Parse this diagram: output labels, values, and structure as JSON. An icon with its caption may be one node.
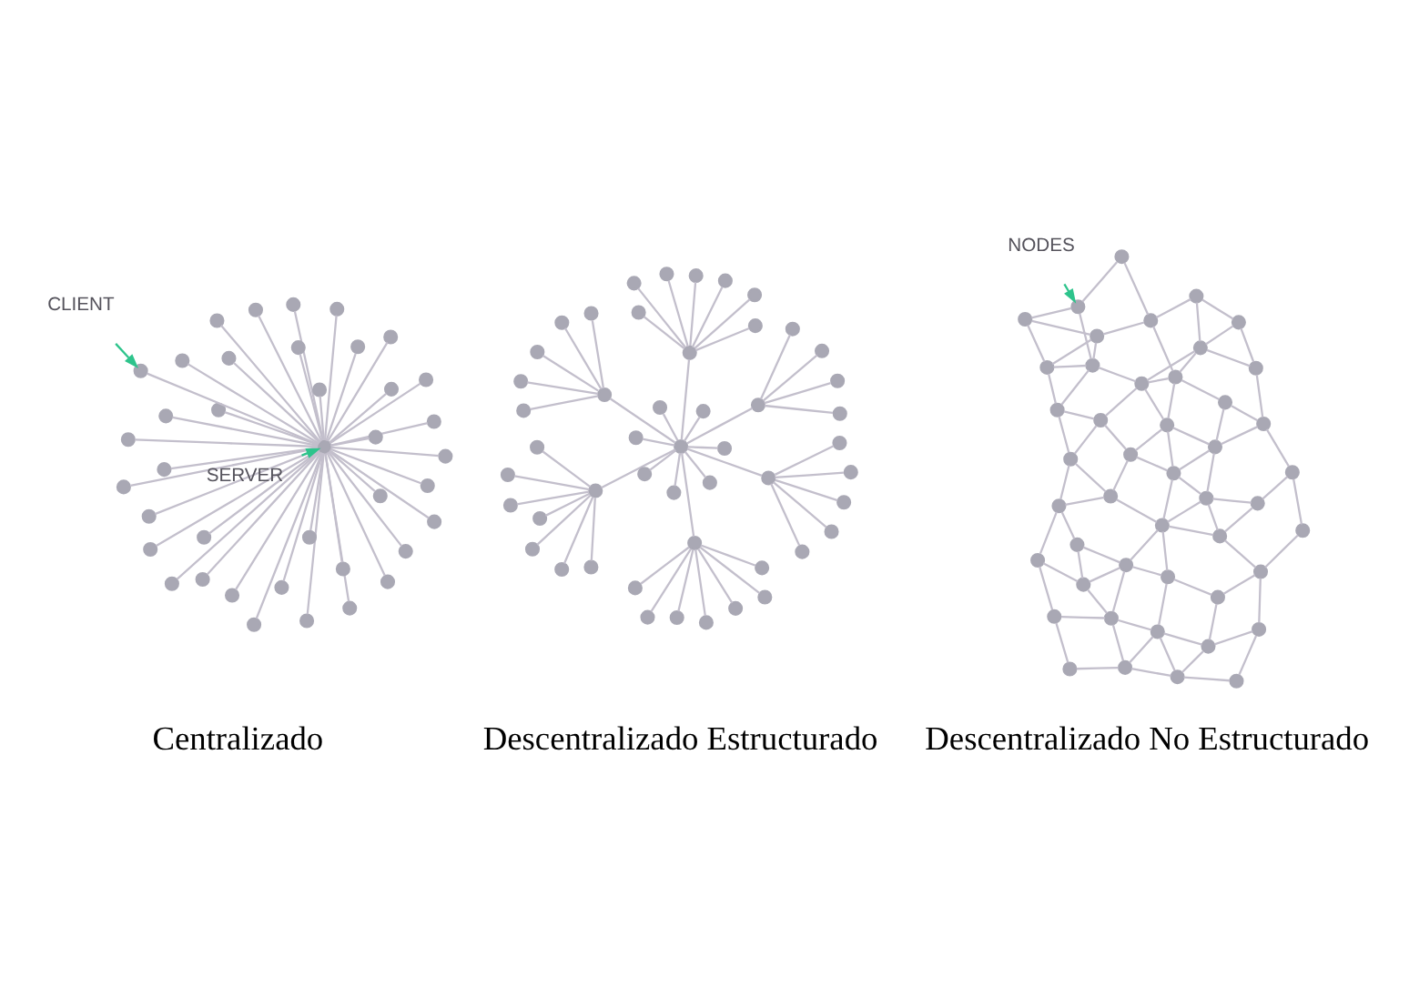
{
  "diagram": {
    "nodes": [
      {
        "text": [],
        "shape": "circle"
      },
      {
        "text": [],
        "shape": "circle"
      },
      {
        "text": [],
        "shape": "circle"
      },
      {
        "text": [],
        "shape": "circle"
      },
      {
        "text": [],
        "shape": "circle"
      },
      {
        "text": [],
        "shape": "circle"
      },
      {
        "text": [],
        "shape": "circle"
      },
      {
        "text": [],
        "shape": "circle"
      },
      {
        "text": [],
        "shape": "circle"
      },
      {
        "text": [],
        "shape": "circle"
      },
      {
        "text": [],
        "shape": "circle"
      },
      {
        "text": [],
        "shape": "circle"
      },
      {
        "text": [],
        "shape": "circle"
      },
      {
        "text": [],
        "shape": "circle"
      },
      {
        "text": [],
        "shape": "circle"
      },
      {
        "text": [],
        "shape": "circle"
      },
      {
        "text": [],
        "shape": "circle"
      },
      {
        "text": [],
        "shape": "circle"
      },
      {
        "text": [],
        "shape": "circle"
      },
      {
        "text": [],
        "shape": "circle"
      },
      {
        "text": [],
        "shape": "circle"
      },
      {
        "text": [],
        "shape": "circle"
      },
      {
        "text": [],
        "shape": "circle"
      },
      {
        "text": [],
        "shape": "circle"
      },
      {
        "text": [],
        "shape": "circle"
      },
      {
        "text": [],
        "shape": "circle"
      },
      {
        "text": [],
        "shape": "circle"
      },
      {
        "text": [],
        "shape": "circle"
      },
      {
        "text": [],
        "shape": "circle"
      },
      {
        "text": [],
        "shape": "circle"
      },
      {
        "text": [],
        "shape": "circle"
      },
      {
        "text": [],
        "shape": "circle"
      },
      {
        "text": [],
        "shape": "circle"
      },
      {
        "text": [],
        "shape": "circle"
      },
      {
        "text": [],
        "shape": "circle"
      },
      {
        "text": [],
        "shape": "circle"
      },
      {
        "text": [],
        "shape": "circle"
      },
      {
        "text": [],
        "shape": "circle"
      },
      {
        "text": [],
        "shape": "circle"
      },
      {
        "text": [
          "SERVER"
        ]
      },
      {
        "text": [
          "CLIENT"
        ]
      },
      {
        "text": [],
        "shape": "circle"
      },
      {
        "text": [],
        "shape": "circle"
      },
      {
        "text": [],
        "shape": "circle"
      },
      {
        "text": [],
        "shape": "circle"
      },
      {
        "text": [],
        "shape": "circle"
      },
      {
        "text": [],
        "shape": "circle"
      },
      {
        "text": [],
        "shape": "circle"
      },
      {
        "text": [],
        "shape": "circle"
      },
      {
        "text": [],
        "shape": "circle"
      },
      {
        "text": [],
        "shape": "circle"
      },
      {
        "text": [],
        "shape": "circle"
      },
      {
        "text": [],
        "shape": "circle"
      },
      {
        "text": [],
        "shape": "circle"
      },
      {
        "text": [],
        "shape": "circle"
      },
      {
        "text": [],
        "shape": "circle"
      },
      {
        "text": [],
        "shape": "circle"
      },
      {
        "text": [],
        "shape": "circle"
      },
      {
        "text": [],
        "shape": "circle"
      },
      {
        "text": [],
        "shape": "circle"
      },
      {
        "text": [],
        "shape": "circle"
      },
      {
        "text": [],
        "shape": "circle"
      },
      {
        "text": [],
        "shape": "circle"
      },
      {
        "text": [],
        "shape": "circle"
      },
      {
        "text": [],
        "shape": "circle"
      },
      {
        "text": [],
        "shape": "circle"
      },
      {
        "text": [],
        "shape": "circle"
      },
      {
        "text": [],
        "shape": "circle"
      },
      {
        "text": [],
        "shape": "circle"
      },
      {
        "text": [],
        "shape": "circle"
      },
      {
        "text": [],
        "shape": "circle"
      },
      {
        "text": [],
        "shape": "circle"
      },
      {
        "text": [],
        "shape": "circle"
      },
      {
        "text": [],
        "shape": "circle"
      },
      {
        "text": [],
        "shape": "circle"
      },
      {
        "text": [],
        "shape": "circle"
      },
      {
        "text": [],
        "shape": "circle"
      },
      {
        "text": [],
        "shape": "circle"
      },
      {
        "text": [],
        "shape": "circle"
      },
      {
        "text": [],
        "shape": "circle"
      },
      {
        "text": [],
        "shape": "circle"
      },
      {
        "text": [],
        "shape": "circle"
      },
      {
        "text": [],
        "shape": "circle"
      },
      {
        "text": [],
        "shape": "circle"
      },
      {
        "text": [],
        "shape": "circle"
      },
      {
        "text": [],
        "shape": "circle"
      },
      {
        "text": [],
        "shape": "circle"
      },
      {
        "text": [],
        "shape": "circle"
      },
      {
        "text": [],
        "shape": "circle"
      },
      {
        "text": [],
        "shape": "circle"
      },
      {
        "text": [],
        "shape": "circle"
      },
      {
        "text": [],
        "shape": "circle"
      },
      {
        "text": [],
        "shape": "circle"
      },
      {
        "text": [],
        "shape": "circle"
      },
      {
        "text": [],
        "shape": "circle"
      },
      {
        "text": [],
        "shape": "circle"
      },
      {
        "text": [],
        "shape": "circle"
      },
      {
        "text": [],
        "shape": "circle"
      },
      {
        "text": [],
        "shape": "circle"
      },
      {
        "text": [],
        "shape": "circle"
      },
      {
        "text": [],
        "shape": "circle"
      },
      {
        "text": [],
        "shape": "circle"
      },
      {
        "text": [],
        "shape": "circle"
      },
      {
        "text": [],
        "shape": "circle"
      },
      {
        "text": [],
        "shape": "circle"
      },
      {
        "text": [],
        "shape": "circle"
      },
      {
        "text": [],
        "shape": "circle"
      },
      {
        "text": [],
        "shape": "circle"
      },
      {
        "text": [],
        "shape": "circle"
      },
      {
        "text": [],
        "shape": "circle"
      },
      {
        "text": [],
        "shape": "circle"
      },
      {
        "text": [],
        "shape": "circle"
      },
      {
        "text": [],
        "shape": "circle"
      },
      {
        "text": [],
        "shape": "circle"
      },
      {
        "text": [],
        "shape": "circle"
      },
      {
        "text": [],
        "shape": "circle"
      },
      {
        "text": [],
        "shape": "circle"
      },
      {
        "text": [],
        "shape": "circle"
      },
      {
        "text": [],
        "shape": "circle"
      },
      {
        "text": [],
        "shape": "circle"
      },
      {
        "text": [],
        "shape": "circle"
      },
      {
        "text": [],
        "shape": "circle"
      },
      {
        "text": [],
        "shape": "circle"
      },
      {
        "text": [],
        "shape": "circle"
      },
      {
        "text": [],
        "shape": "circle"
      },
      {
        "text": [],
        "shape": "circle"
      },
      {
        "text": [],
        "shape": "circle"
      },
      {
        "text": [],
        "shape": "circle"
      },
      {
        "text": [],
        "shape": "circle"
      },
      {
        "text": [],
        "shape": "circle"
      },
      {
        "text": [],
        "shape": "circle"
      },
      {
        "text": [],
        "shape": "circle"
      },
      {
        "text": [],
        "shape": "circle"
      },
      {
        "text": [],
        "shape": "circle"
      },
      {
        "text": [],
        "shape": "circle"
      },
      {
        "text": [],
        "shape": "circle"
      },
      {
        "text": [
          "NODES"
        ]
      }
    ],
    "edges": [
      {
        "from": 0,
        "to": 1,
        "arrow": "none"
      },
      {
        "from": 0,
        "to": 2,
        "arrow": "none"
      },
      {
        "from": 0,
        "to": 3,
        "arrow": "none"
      },
      {
        "from": 0,
        "to": 4,
        "arrow": "none"
      },
      {
        "from": 0,
        "to": 5,
        "arrow": "none"
      },
      {
        "from": 0,
        "to": 6,
        "arrow": "none"
      },
      {
        "from": 0,
        "to": 7,
        "arrow": "none"
      },
      {
        "from": 0,
        "to": 8,
        "arrow": "none"
      },
      {
        "from": 0,
        "to": 9,
        "arrow": "none"
      },
      {
        "from": 0,
        "to": 10,
        "arrow": "none"
      },
      {
        "from": 0,
        "to": 11,
        "arrow": "none"
      },
      {
        "from": 0,
        "to": 12,
        "arrow": "none"
      },
      {
        "from": 0,
        "to": 13,
        "arrow": "none"
      },
      {
        "from": 0,
        "to": 14,
        "arrow": "none"
      },
      {
        "from": 0,
        "to": 15,
        "arrow": "none"
      },
      {
        "from": 0,
        "to": 16,
        "arrow": "none"
      },
      {
        "from": 0,
        "to": 17,
        "arrow": "none"
      },
      {
        "from": 0,
        "to": 18,
        "arrow": "none"
      },
      {
        "from": 0,
        "to": 19,
        "arrow": "none"
      },
      {
        "from": 0,
        "to": 20,
        "arrow": "none"
      },
      {
        "from": 0,
        "to": 21,
        "arrow": "none"
      },
      {
        "from": 0,
        "to": 22,
        "arrow": "none"
      },
      {
        "from": 0,
        "to": 23,
        "arrow": "none"
      },
      {
        "from": 0,
        "to": 24,
        "arrow": "none"
      },
      {
        "from": 0,
        "to": 25,
        "arrow": "none"
      },
      {
        "from": 0,
        "to": 26,
        "arrow": "none"
      },
      {
        "from": 0,
        "to": 27,
        "arrow": "none"
      },
      {
        "from": 0,
        "to": 28,
        "arrow": "none"
      },
      {
        "from": 0,
        "to": 29,
        "arrow": "none"
      },
      {
        "from": 0,
        "to": 30,
        "arrow": "none"
      },
      {
        "from": 0,
        "to": 31,
        "arrow": "none"
      },
      {
        "from": 0,
        "to": 32,
        "arrow": "none"
      },
      {
        "from": 0,
        "to": 33,
        "arrow": "none"
      },
      {
        "from": 0,
        "to": 34,
        "arrow": "none"
      },
      {
        "from": 0,
        "to": 35,
        "arrow": "none"
      },
      {
        "from": 0,
        "to": 36,
        "arrow": "none"
      },
      {
        "from": 0,
        "to": 37,
        "arrow": "none"
      },
      {
        "from": 0,
        "to": 38,
        "arrow": "none"
      },
      {
        "from": 39,
        "to": 0,
        "arrow": "to",
        "color": "#2ec48c"
      },
      {
        "from": 40,
        "to": 38,
        "arrow": "to",
        "color": "#2ec48c"
      },
      {
        "from": 41,
        "to": 42,
        "arrow": "none"
      },
      {
        "from": 41,
        "to": 43,
        "arrow": "none"
      },
      {
        "from": 41,
        "to": 44,
        "arrow": "none"
      },
      {
        "from": 41,
        "to": 45,
        "arrow": "none"
      },
      {
        "from": 41,
        "to": 46,
        "arrow": "none"
      },
      {
        "from": 41,
        "to": 47,
        "arrow": "none"
      },
      {
        "from": 42,
        "to": 48,
        "arrow": "none"
      },
      {
        "from": 42,
        "to": 49,
        "arrow": "none"
      },
      {
        "from": 42,
        "to": 50,
        "arrow": "none"
      },
      {
        "from": 42,
        "to": 51,
        "arrow": "none"
      },
      {
        "from": 42,
        "to": 52,
        "arrow": "none"
      },
      {
        "from": 42,
        "to": 53,
        "arrow": "none"
      },
      {
        "from": 42,
        "to": 54,
        "arrow": "none"
      },
      {
        "from": 43,
        "to": 55,
        "arrow": "none"
      },
      {
        "from": 43,
        "to": 56,
        "arrow": "none"
      },
      {
        "from": 43,
        "to": 57,
        "arrow": "none"
      },
      {
        "from": 43,
        "to": 58,
        "arrow": "none"
      },
      {
        "from": 43,
        "to": 59,
        "arrow": "none"
      },
      {
        "from": 43,
        "to": 60,
        "arrow": "none"
      },
      {
        "from": 43,
        "to": 61,
        "arrow": "none"
      },
      {
        "from": 41,
        "to": 62,
        "arrow": "none"
      },
      {
        "from": 41,
        "to": 63,
        "arrow": "none"
      },
      {
        "from": 41,
        "to": 64,
        "arrow": "none"
      },
      {
        "from": 41,
        "to": 65,
        "arrow": "none"
      },
      {
        "from": 41,
        "to": 66,
        "arrow": "none"
      },
      {
        "from": 41,
        "to": 67,
        "arrow": "none"
      },
      {
        "from": 41,
        "to": 68,
        "arrow": "none"
      },
      {
        "from": 44,
        "to": 69,
        "arrow": "none"
      },
      {
        "from": 44,
        "to": 70,
        "arrow": "none"
      },
      {
        "from": 44,
        "to": 71,
        "arrow": "none"
      },
      {
        "from": 44,
        "to": 72,
        "arrow": "none"
      },
      {
        "from": 44,
        "to": 73,
        "arrow": "none"
      },
      {
        "from": 44,
        "to": 74,
        "arrow": "none"
      },
      {
        "from": 44,
        "to": 75,
        "arrow": "none"
      },
      {
        "from": 45,
        "to": 76,
        "arrow": "none"
      },
      {
        "from": 45,
        "to": 77,
        "arrow": "none"
      },
      {
        "from": 45,
        "to": 78,
        "arrow": "none"
      },
      {
        "from": 45,
        "to": 79,
        "arrow": "none"
      },
      {
        "from": 46,
        "to": 80,
        "arrow": "none"
      },
      {
        "from": 46,
        "to": 81,
        "arrow": "none"
      },
      {
        "from": 46,
        "to": 82,
        "arrow": "none"
      },
      {
        "from": 46,
        "to": 83,
        "arrow": "none"
      },
      {
        "from": 46,
        "to": 84,
        "arrow": "none"
      },
      {
        "from": 47,
        "to": 85,
        "arrow": "none"
      },
      {
        "from": 47,
        "to": 86,
        "arrow": "none"
      },
      {
        "from": 47,
        "to": 87,
        "arrow": "none"
      },
      {
        "from": 47,
        "to": 88,
        "arrow": "none"
      },
      {
        "from": 47,
        "to": 89,
        "arrow": "none"
      },
      {
        "from": 90,
        "to": 94,
        "arrow": "none"
      },
      {
        "from": 90,
        "to": 92,
        "arrow": "none"
      },
      {
        "from": 92,
        "to": 93,
        "arrow": "none"
      },
      {
        "from": 93,
        "to": 91,
        "arrow": "none"
      },
      {
        "from": 91,
        "to": 95,
        "arrow": "none"
      },
      {
        "from": 94,
        "to": 96,
        "arrow": "none"
      },
      {
        "from": 94,
        "to": 100,
        "arrow": "none"
      },
      {
        "from": 92,
        "to": 96,
        "arrow": "none"
      },
      {
        "from": 92,
        "to": 98,
        "arrow": "none"
      },
      {
        "from": 93,
        "to": 98,
        "arrow": "none"
      },
      {
        "from": 93,
        "to": 97,
        "arrow": "none"
      },
      {
        "from": 95,
        "to": 97,
        "arrow": "none"
      },
      {
        "from": 95,
        "to": 99,
        "arrow": "none"
      },
      {
        "from": 96,
        "to": 98,
        "arrow": "none"
      },
      {
        "from": 98,
        "to": 97,
        "arrow": "none"
      },
      {
        "from": 96,
        "to": 101,
        "arrow": "none"
      },
      {
        "from": 96,
        "to": 102,
        "arrow": "none"
      },
      {
        "from": 100,
        "to": 101,
        "arrow": "none"
      },
      {
        "from": 101,
        "to": 102,
        "arrow": "none"
      },
      {
        "from": 101,
        "to": 105,
        "arrow": "none"
      },
      {
        "from": 102,
        "to": 103,
        "arrow": "none"
      },
      {
        "from": 103,
        "to": 104,
        "arrow": "none"
      },
      {
        "from": 104,
        "to": 97,
        "arrow": "none"
      },
      {
        "from": 104,
        "to": 99,
        "arrow": "none"
      },
      {
        "from": 99,
        "to": 106,
        "arrow": "none"
      },
      {
        "from": 99,
        "to": 108,
        "arrow": "none"
      },
      {
        "from": 103,
        "to": 109,
        "arrow": "none"
      },
      {
        "from": 98,
        "to": 103,
        "arrow": "none"
      },
      {
        "from": 102,
        "to": 109,
        "arrow": "none"
      },
      {
        "from": 105,
        "to": 102,
        "arrow": "none"
      },
      {
        "from": 105,
        "to": 107,
        "arrow": "none"
      },
      {
        "from": 100,
        "to": 107,
        "arrow": "none"
      },
      {
        "from": 107,
        "to": 110,
        "arrow": "none"
      },
      {
        "from": 107,
        "to": 116,
        "arrow": "none"
      },
      {
        "from": 109,
        "to": 110,
        "arrow": "none"
      },
      {
        "from": 109,
        "to": 106,
        "arrow": "none"
      },
      {
        "from": 109,
        "to": 112,
        "arrow": "none"
      },
      {
        "from": 109,
        "to": 115,
        "arrow": "none"
      },
      {
        "from": 106,
        "to": 112,
        "arrow": "none"
      },
      {
        "from": 106,
        "to": 113,
        "arrow": "none"
      },
      {
        "from": 108,
        "to": 111,
        "arrow": "none"
      },
      {
        "from": 113,
        "to": 111,
        "arrow": "none"
      },
      {
        "from": 112,
        "to": 113,
        "arrow": "none"
      },
      {
        "from": 112,
        "to": 117,
        "arrow": "none"
      },
      {
        "from": 111,
        "to": 118,
        "arrow": "none"
      },
      {
        "from": 110,
        "to": 114,
        "arrow": "none"
      },
      {
        "from": 110,
        "to": 116,
        "arrow": "none"
      },
      {
        "from": 114,
        "to": 115,
        "arrow": "none"
      },
      {
        "from": 115,
        "to": 112,
        "arrow": "none"
      },
      {
        "from": 115,
        "to": 117,
        "arrow": "none"
      },
      {
        "from": 114,
        "to": 119,
        "arrow": "none"
      },
      {
        "from": 114,
        "to": 121,
        "arrow": "none"
      },
      {
        "from": 116,
        "to": 121,
        "arrow": "none"
      },
      {
        "from": 116,
        "to": 124,
        "arrow": "none"
      },
      {
        "from": 115,
        "to": 119,
        "arrow": "none"
      },
      {
        "from": 117,
        "to": 118,
        "arrow": "none"
      },
      {
        "from": 117,
        "to": 120,
        "arrow": "none"
      },
      {
        "from": 118,
        "to": 120,
        "arrow": "none"
      },
      {
        "from": 118,
        "to": 125,
        "arrow": "none"
      },
      {
        "from": 119,
        "to": 123,
        "arrow": "none"
      },
      {
        "from": 119,
        "to": 122,
        "arrow": "none"
      },
      {
        "from": 119,
        "to": 117,
        "arrow": "none"
      },
      {
        "from": 121,
        "to": 122,
        "arrow": "none"
      },
      {
        "from": 121,
        "to": 124,
        "arrow": "none"
      },
      {
        "from": 122,
        "to": 123,
        "arrow": "none"
      },
      {
        "from": 120,
        "to": 123,
        "arrow": "none"
      },
      {
        "from": 123,
        "to": 126,
        "arrow": "none"
      },
      {
        "from": 122,
        "to": 127,
        "arrow": "none"
      },
      {
        "from": 124,
        "to": 127,
        "arrow": "none"
      },
      {
        "from": 124,
        "to": 129,
        "arrow": "none"
      },
      {
        "from": 127,
        "to": 129,
        "arrow": "none"
      },
      {
        "from": 127,
        "to": 130,
        "arrow": "none"
      },
      {
        "from": 122,
        "to": 126,
        "arrow": "none"
      },
      {
        "from": 123,
        "to": 131,
        "arrow": "none"
      },
      {
        "from": 125,
        "to": 126,
        "arrow": "none"
      },
      {
        "from": 125,
        "to": 132,
        "arrow": "none"
      },
      {
        "from": 126,
        "to": 128,
        "arrow": "none"
      },
      {
        "from": 126,
        "to": 132,
        "arrow": "none"
      },
      {
        "from": 128,
        "to": 132,
        "arrow": "none"
      },
      {
        "from": 128,
        "to": 131,
        "arrow": "none"
      },
      {
        "from": 129,
        "to": 130,
        "arrow": "none"
      },
      {
        "from": 130,
        "to": 131,
        "arrow": "none"
      },
      {
        "from": 129,
        "to": 134,
        "arrow": "none"
      },
      {
        "from": 130,
        "to": 134,
        "arrow": "none"
      },
      {
        "from": 131,
        "to": 133,
        "arrow": "none"
      },
      {
        "from": 133,
        "to": 135,
        "arrow": "none"
      },
      {
        "from": 127,
        "to": 135,
        "arrow": "none"
      },
      {
        "from": 134,
        "to": 135,
        "arrow": "none"
      },
      {
        "from": 136,
        "to": 135,
        "arrow": "to",
        "color": "#2ec48c"
      }
    ],
    "labels": [
      "Centralizado",
      "Descentralizado Estructurado",
      "Descentralizado No Estructurado"
    ]
  }
}
